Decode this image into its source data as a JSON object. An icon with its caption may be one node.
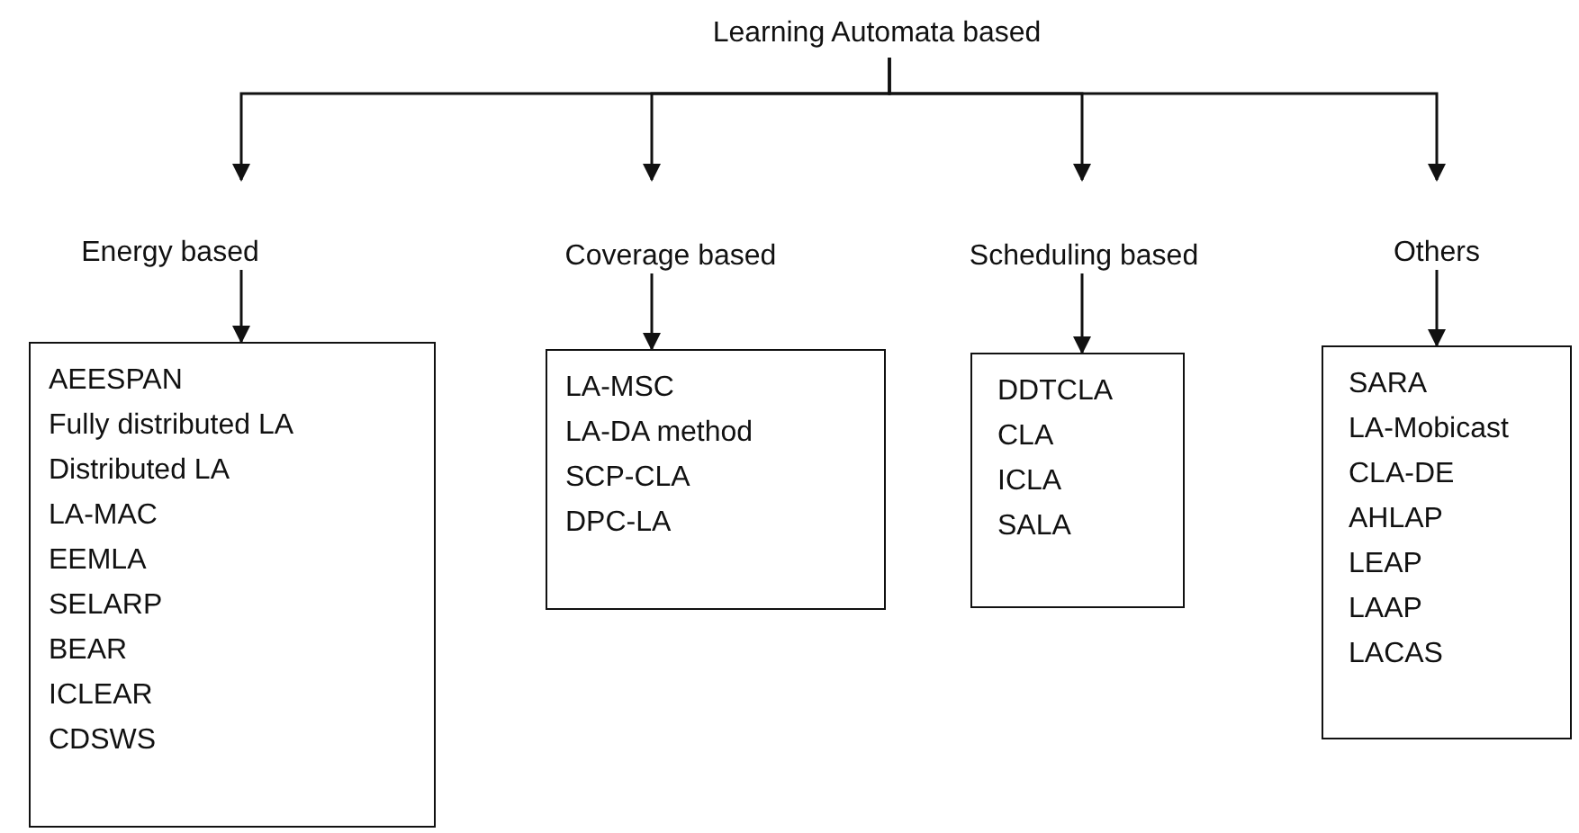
{
  "diagram": {
    "nodes": [
      {
        "text": [
          "Learning Automata based"
        ]
      },
      {
        "text": [
          "Energy based"
        ]
      },
      {
        "text": [
          "Coverage based"
        ]
      },
      {
        "text": [
          "Scheduling based"
        ]
      },
      {
        "text": [
          "Others"
        ]
      },
      {
        "text": [
          "AEESPAN",
          "Fully distributed LA",
          "Distributed LA",
          "LA-MAC",
          "EEMLA",
          "SELARP",
          "BEAR",
          "ICLEAR",
          "CDSWS"
        ]
      },
      {
        "text": [
          "LA-MSC",
          "LA-DA method",
          "SCP-CLA",
          "DPC-LA"
        ]
      },
      {
        "text": [
          "DDTCLA",
          "CLA",
          "ICLA",
          "SALA"
        ]
      },
      {
        "text": [
          "SARA",
          "LA-Mobicast",
          "CLA-DE",
          "AHLAP",
          "LEAP",
          "LAAP",
          "LACAS"
        ]
      }
    ],
    "edges": [
      {
        "from": 0,
        "to": 1,
        "arrow": "to"
      },
      {
        "from": 0,
        "to": 2,
        "arrow": "to"
      },
      {
        "from": 0,
        "to": 3,
        "arrow": "to"
      },
      {
        "from": 0,
        "to": 4,
        "arrow": "to"
      },
      {
        "from": 1,
        "to": 5,
        "arrow": "to"
      },
      {
        "from": 2,
        "to": 6,
        "arrow": "to"
      },
      {
        "from": 3,
        "to": 7,
        "arrow": "to"
      },
      {
        "from": 4,
        "to": 8,
        "arrow": "to"
      }
    ]
  }
}
